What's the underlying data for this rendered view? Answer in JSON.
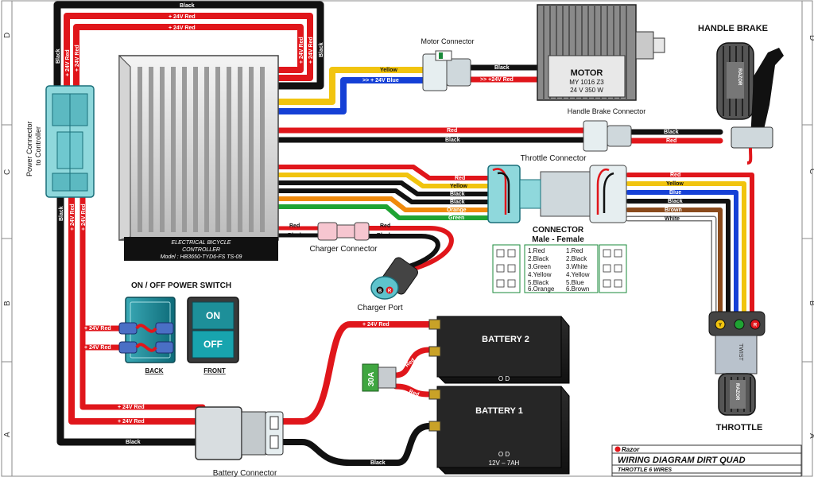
{
  "frame": {
    "left_letters": [
      "D",
      "C",
      "B",
      "A"
    ],
    "right_letters": [
      "D",
      "C",
      "B",
      "A"
    ]
  },
  "controller": {
    "line1": "ELECTRICAL BICYCLE",
    "line2": "CONTROLLER",
    "model": "Model : HB3650-TYD6-FS TS-09"
  },
  "power_connector": {
    "line1": "Power Connector",
    "line2": "to Controller"
  },
  "motor": {
    "name": "MOTOR",
    "model": "MY 1016 Z3",
    "spec": "24 V 350 W"
  },
  "motor_connector": {
    "label": "Motor Connector"
  },
  "handle_brake": {
    "label": "HANDLE BRAKE",
    "grip_text": "RAZOR"
  },
  "handle_brake_connector": {
    "label": "Handle Brake Connector"
  },
  "throttle_connector": {
    "label": "Throttle Connector"
  },
  "connector_table": {
    "title": "CONNECTOR",
    "subtitle": "Male - Female",
    "male": [
      "1.Red",
      "2.Black",
      "3.Green",
      "4.Yellow",
      "5.Black",
      "6.Orange"
    ],
    "female": [
      "1.Red",
      "2.Black",
      "3.White",
      "4.Yellow",
      "5.Blue",
      "6.Brown"
    ]
  },
  "charger_connector": {
    "label": "Charger Connector"
  },
  "charger_port": {
    "label": "Charger Port",
    "pin_b": "B",
    "pin_r": "R"
  },
  "power_switch": {
    "title": "ON / OFF POWER SWITCH",
    "on": "ON",
    "off": "OFF",
    "back": "BACK",
    "front": "FRONT"
  },
  "battery1": {
    "name": "BATTERY 1",
    "od": "O D",
    "spec": "12V – 7AH"
  },
  "battery2": {
    "name": "BATTERY 2",
    "od": "O D"
  },
  "fuse": {
    "label": "30A"
  },
  "battery_connector": {
    "label": "Battery Connector"
  },
  "throttle": {
    "label": "THROTTLE",
    "grip_text": "RAZOR",
    "twist": "TWIST",
    "pin_y": "Y",
    "pin_r": "R"
  },
  "title_block": {
    "brand": "Razor",
    "title": "WIRING DIAGRAM DIRT QUAD",
    "subtitle": "THROTTLE 6 WIRES"
  },
  "wire_labels": {
    "top_black": "Black",
    "top_red1": "+ 24V Red",
    "top_red2": "+ 24V Red",
    "left_black": "Black",
    "left_red": "+ 24V Red",
    "right_black": "Black",
    "right_red": "+ 24V Red",
    "pc_low_black": "Black",
    "pc_low_red": "+ 24V Red",
    "motor_yellow": "Yellow",
    "motor_blue": ">> + 24V Blue",
    "motor_black": "Black",
    "motor_red": ">> +24V Red",
    "brake_red_l": "Red",
    "brake_black_l": "Black",
    "brake_black_r": "Black",
    "brake_red_r": "Red",
    "thr_red": "Red",
    "thr_yellow": "Yellow",
    "thr_black1": "Black",
    "thr_black2": "Black",
    "thr_orange": "Orange",
    "thr_green": "Green",
    "f_red": "Red",
    "f_yellow": "Yellow",
    "f_blue": "Blue",
    "f_black": "Black",
    "f_brown": "Brown",
    "f_white": "White",
    "chg_red_l": "Red",
    "chg_black_l": "Black",
    "chg_red_r": "Red",
    "chg_black_r": "Black",
    "sw_red1": "+ 24V Red",
    "sw_red2": "+ 24V Red",
    "bot_red": "+ 24V Red",
    "bot_black": "Black",
    "bat_red": "+ 24V Red",
    "bat_black": "Black",
    "fuse_red1": "Red",
    "fuse_red2": "Red"
  },
  "colors": {
    "wire_red": "#e0161b",
    "wire_black": "#111111",
    "wire_blue": "#1540d6",
    "wire_yellow": "#f1c40f",
    "wire_orange": "#f08a0c",
    "wire_green": "#1fa333",
    "wire_brown": "#8a4a1c",
    "wire_white": "#ffffff",
    "connector_teal": "#8fd8dc",
    "connector_gray": "#cfd8dc"
  }
}
